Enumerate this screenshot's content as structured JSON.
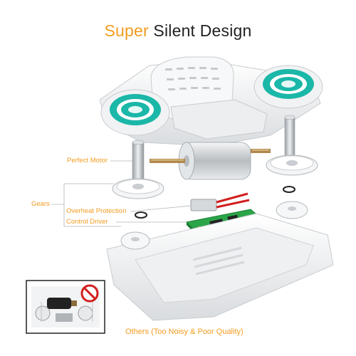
{
  "title": {
    "accent": "Super",
    "rest": " Silent Design"
  },
  "labels": {
    "perfect_motor": "Perfect Motor",
    "gears": "Gears",
    "overheat_protection": "Overheat Protection",
    "control_driver": "Control Driver"
  },
  "comparison": {
    "others": "Others (Too Noisy & Poor Quality)"
  },
  "colors": {
    "accent": "#f39c1f",
    "title_text": "#222222",
    "teal": "#1bb7a8",
    "pcb_green": "#2aa548",
    "prohibit_red": "#d21f1f"
  }
}
